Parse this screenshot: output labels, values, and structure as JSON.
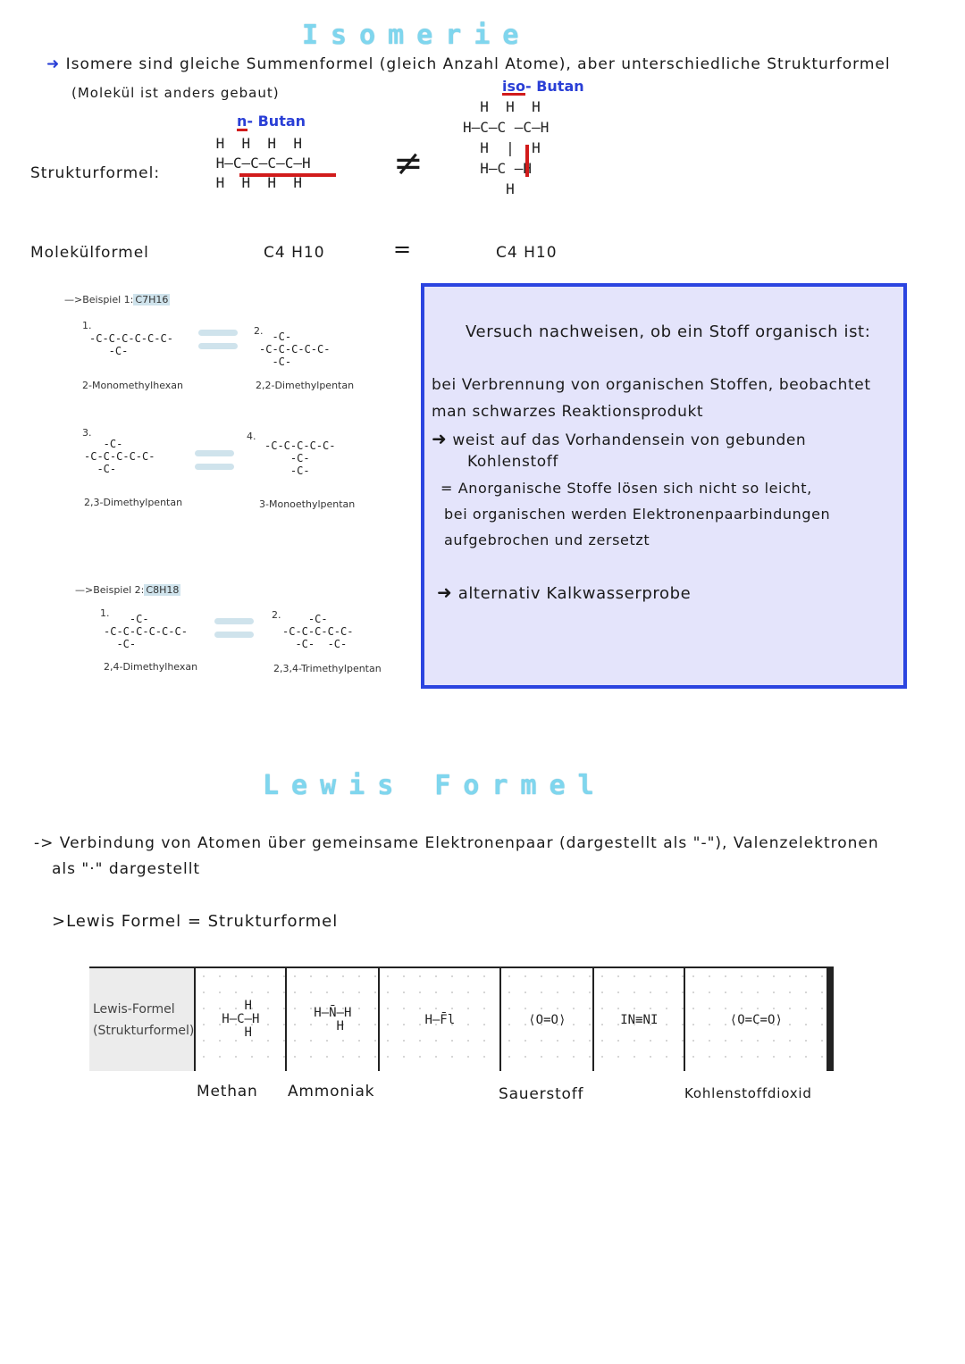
{
  "isomerie": {
    "title": "Isomerie",
    "intro_line1": "Isomere sind gleiche Summenformel (gleich Anzahl Atome), aber unterschiedliche Strukturformel",
    "intro_line2": "(Molekül ist anders gebaut)",
    "label_strukturformel": "Strukturformel:",
    "label_molekuelformel": "Molekülformel",
    "n_butan": {
      "name": "n- Butan",
      "structure": " H  H  H  H\n H–C–C–C–C–H\n H  H  H  H",
      "formula": "C4 H10"
    },
    "iso_butan": {
      "name": "iso- Butan",
      "structure": "  H  H  H\nH–C–C –C–H\n  H  |  H\n  H–C –H\n     H",
      "formula": "C4 H10"
    },
    "not_equal": "≠",
    "equal": "=",
    "example1": {
      "label": "Beispiel 1:",
      "formula": "C7H16",
      "items": [
        {
          "num": "1.",
          "structure": "-C-C-C-C-C-C-\n   -C-",
          "name": "2-Monomethylhexan"
        },
        {
          "num": "2.",
          "structure": "  -C-\n-C-C-C-C-C-\n  -C-",
          "name": "2,2-Dimethylpentan"
        },
        {
          "num": "3.",
          "structure": "   -C-\n-C-C-C-C-C-\n  -C-",
          "name": "2,3-Dimethylpentan"
        },
        {
          "num": "4.",
          "structure": "-C-C-C-C-C-\n    -C-\n    -C-",
          "name": "3-Monoethylpentan"
        }
      ]
    },
    "example2": {
      "label": "Beispiel 2:",
      "formula": "C8H18",
      "items": [
        {
          "num": "1.",
          "structure": "    -C-\n-C-C-C-C-C-C-\n  -C-",
          "name": "2,4-Dimethylhexan"
        },
        {
          "num": "2.",
          "structure": "    -C-\n-C-C-C-C-C-\n  -C-  -C-",
          "name": "2,3,4-Trimethylpentan"
        }
      ]
    }
  },
  "versuch_box": {
    "title": "Versuch nachweisen, ob ein Stoff organisch ist:",
    "line1": "bei Verbrennung von organischen Stoffen, beobachtet",
    "line2": "man schwarzes Reaktionsprodukt",
    "line3": "weist auf das Vorhandensein von gebunden",
    "line4": "Kohlenstoff",
    "line5": "= Anorganische Stoffe lösen sich nicht so leicht,",
    "line6": "bei organischen werden Elektronenpaarbindungen",
    "line7": "aufgebrochen und zersetzt",
    "line8": "alternativ  Kalkwasserprobe"
  },
  "lewis": {
    "title": "Lewis Formel",
    "intro_line1": "-> Verbindung von Atomen über gemeinsame Elektronenpaar (dargestellt als \"-\"), Valenzelektronen",
    "intro_line2": "als \"·\" dargestellt",
    "equation": ">Lewis Formel = Strukturformel",
    "table_head_line1": "Lewis-Formel",
    "table_head_line2": "(Strukturformel)",
    "methan_struct": "  H\nH–C–H\n  H",
    "ammoniak_struct": "H–N̄–H\n  H",
    "hf_struct": "H–F̄l",
    "o2_struct": "⟨O=O⟩",
    "n2_struct": "IN≡NI",
    "co2_struct": "⟨O=C=O⟩",
    "name_methan": "Methan",
    "name_ammoniak": "Ammoniak",
    "name_sauerstoff": "Sauerstoff",
    "name_co2": "Kohlenstoffdioxid"
  },
  "colors": {
    "title_cyan": "#7fd6ee",
    "box_border": "#2b44e0",
    "box_bg": "#e4e4fb",
    "red_mark": "#d11b1b",
    "blue_text": "#2a3fd6"
  }
}
